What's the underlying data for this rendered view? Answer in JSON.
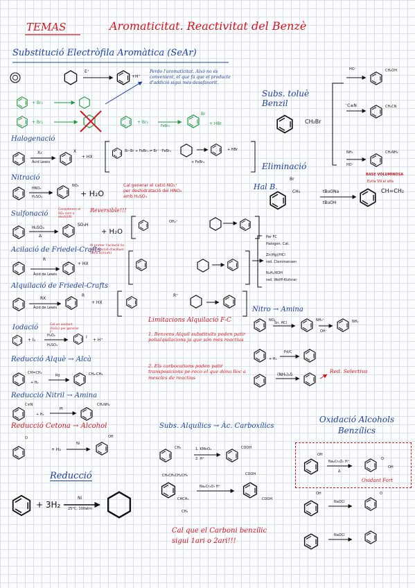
{
  "header": {
    "temas": "TEMAS",
    "title": "Aromaticitat. Reactivitat del Benzè"
  },
  "sear": {
    "title": "Substitució Electròfila Aromàtica (SeAr)",
    "eplus": "E⁺",
    "plus_h": "+H⁺",
    "note": "Perdo l'aromaticitat. Això no és convenient, el que fa que el producte d'addició sigui més desafavorit.",
    "br2": "+ Br₂",
    "br2b": "+ Br₂",
    "br2c": "+ Br₂",
    "febr3": "FeBr₃",
    "br": "Br",
    "hbr": "+ HBr"
  },
  "halog": {
    "label": "Halogenació",
    "x2": "X₂",
    "acid": "Àcid Lewis",
    "x": "X",
    "hx": "+ HX",
    "mech": "Br–Br + FeBr₃ ⇌ Br⁺ ⁻FeBr₄",
    "hbr": "+ HBr",
    "febr3": "+ FeBr₃"
  },
  "nitr": {
    "label": "Nitració",
    "hno3": "HNO₃",
    "h2so4": "H₂SO₄",
    "no2": "NO₂",
    "h2o": "+ H₂O",
    "note": "Cal generar el catió NO₂⁺ per deshidratació del HNO₃ amb H₂SO₄"
  },
  "sulf": {
    "label": "Sulfonació",
    "h2so4": "H₂SO₄",
    "delta": "Δ",
    "so3h": "SO₃H",
    "h2o": "+ H₂O",
    "note": "Considerem el SO₃ com a electròfil",
    "rev": "Reversible!!!",
    "oh2": "OH₂⁺"
  },
  "acil": {
    "label": "Acilació de Friedel-Crafts",
    "r": "R",
    "acid": "Àcid de Lewis",
    "hx": "+ HX",
    "note": "Al primer l'acilació és una reacció d'acilium (ions acilium)",
    "fc1": "Per FC",
    "fc2": "Halogen. Cat.",
    "fc3": "Zn(Hg)/HCl",
    "fc4": "red. Clemmensen",
    "fc5": "N₂H₄/KOH",
    "fc6": "red. Wolff-Kishner"
  },
  "alq": {
    "label": "Alquilació de Friedel-Crafts",
    "rx": "RX",
    "acid": "Àcid de Lewis",
    "r": "R",
    "hx": "+ HX",
    "rplus": "R⁺",
    "lim": "Limitacions Alquilació F-C",
    "lim1": "1. Benzens Alquil substituïts poden patir polialquilacions ja que són més reactius",
    "lim2": "2. Els carbocations poden patir transposicions pe-reco el que dóna lloc a mescles de reactius"
  },
  "iod": {
    "label": "Iodació",
    "i2": "+ I₂",
    "h2o2": "H₂O₂",
    "h2so4": "H₂SO₄",
    "i": "I",
    "h": "+ H⁺",
    "note": "Cal un oxidant (H₂O₂) per generar I⁺"
  },
  "red_alq": {
    "label": "Reducció Alquè → Alcà",
    "ch": "CH=CH₂",
    "h2": "+ H₂",
    "pd": "Pd",
    "ch3": "CH₂-CH₃"
  },
  "red_nitr": {
    "label": "Reducció Nitril → Amina",
    "cn": "C≡N",
    "h2": "+ H₂",
    "pt": "Pt",
    "nh2": "CH₂NH₂"
  },
  "red_cet": {
    "label": "Reducció Cetona → Alcohol",
    "o": "O",
    "h2": "+ H₂",
    "ni": "Ni",
    "oh": "OH"
  },
  "red": {
    "label": "Reducció",
    "h2": "+ 3H₂",
    "ni": "Ni",
    "cond": "25°C, 100atm"
  },
  "tol": {
    "title": "Subs. toluè Benzil",
    "ch2br": "CH₂Br",
    "ho": "HO⁻",
    "ch2oh": "CH₂OH",
    "cn": "⁻C≡N",
    "ch2cn": "CH₂CN",
    "nh3": "NH₃",
    "ho2": "HO⁻",
    "ch2nh2": "CH₂NH₂"
  },
  "elim": {
    "title": "Eliminació",
    "halb": "Hal B.",
    "br": "Br",
    "ch3": "CH₃",
    "tbuona": "tBuONa",
    "tbuoh": "tBuOH",
    "base": "BASE VOLUMINOSA",
    "base2": "Evita SN al alfa",
    "prod": "CH=CH₂"
  },
  "nitro": {
    "label": "Nitro → Amina",
    "no2": "NO₂",
    "sn": "Sn, HCl",
    "nh3": "NH₃⁺",
    "oh": "OH⁻",
    "nh2": "NH₂",
    "h2": "+ H₂",
    "pdc": "Pd/C",
    "nh4s": "(NH₄)₂S",
    "red": "Red. Selectiva"
  },
  "carbox": {
    "label": "Subs. Alquílics → Àc. Carboxílics",
    "ch3": "CH₃",
    "kmno4": "1. KMnO₄",
    "h": "2. H⁺",
    "cooh": "COOH",
    "chain": "CH₂CH₂CH₂CH₃",
    "ch": "CHCH₃",
    "ch3b": "CH₃",
    "na2": "Na₂Cr₂O₇ H⁺",
    "cooh2": "COOH",
    "cooh3": "COOH",
    "warn": "Cal que el Carboni benzílic sigui 1ari o 2ari!!!"
  },
  "oxid": {
    "title": "Oxidació Alcohols Benzílics",
    "oh": "OH",
    "reag": "Na₂Cr₂O₇ H⁺",
    "delta": "Δ",
    "o": "O",
    "oh2": "OH",
    "prod": "Oxidant Fort",
    "naocl": "NaOCl",
    "oh3": "OH",
    "naocl2": "NaOCl",
    "o2": "O"
  }
}
